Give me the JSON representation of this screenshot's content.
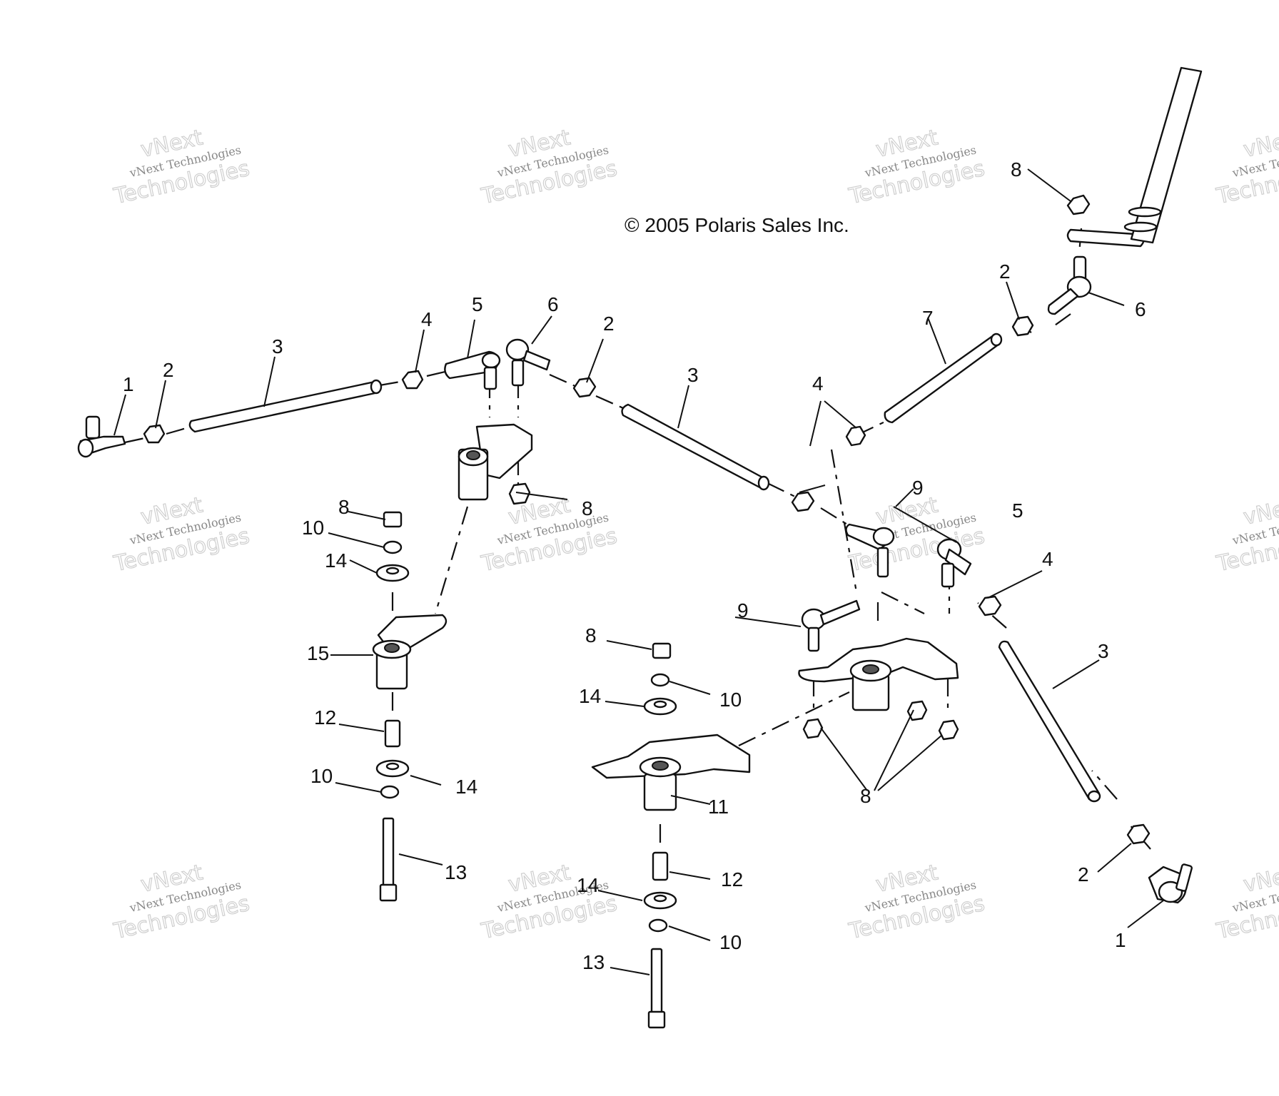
{
  "copyright": "© 2005 Polaris Sales Inc.",
  "watermark": {
    "title": "vNext",
    "line": "vNext Technologies",
    "outline": "Technologies"
  },
  "callouts": [
    "1",
    "2",
    "3",
    "4",
    "5",
    "6",
    "2",
    "3",
    "4",
    "7",
    "2",
    "8",
    "6",
    "8",
    "10",
    "14",
    "15",
    "12",
    "10",
    "14",
    "13",
    "8",
    "9",
    "5",
    "4",
    "9",
    "8",
    "14",
    "10",
    "11",
    "12",
    "14",
    "10",
    "13",
    "8",
    "3",
    "2",
    "1"
  ]
}
